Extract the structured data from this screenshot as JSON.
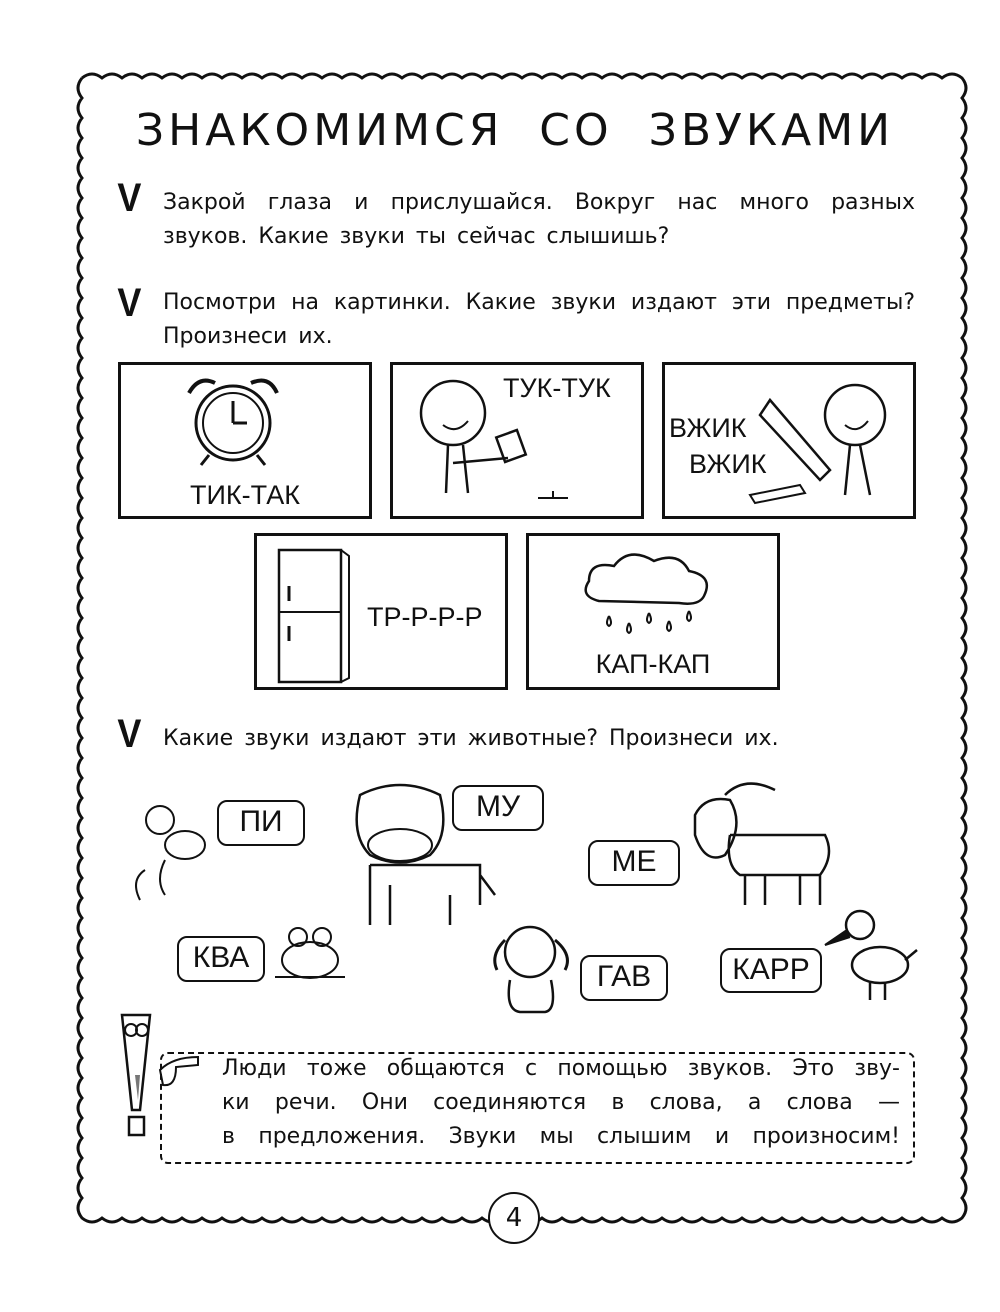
{
  "title": "ЗНАКОМИМСЯ СО ЗВУКАМИ",
  "tasks": [
    {
      "mark": "V",
      "text": "Закрой глаза и прислушайся. Вокруг нас много разных звуков. Какие звуки ты сейчас слышишь?"
    },
    {
      "mark": "V",
      "text": "Посмотри на картинки. Какие звуки издают эти предметы? Произнеси их."
    },
    {
      "mark": "V",
      "text": "Какие звуки издают эти животные? Произнеси их."
    }
  ],
  "objects": [
    {
      "name": "alarm-clock",
      "sound": "ТИК-ТАК"
    },
    {
      "name": "hammer-boy",
      "sound": "ТУК-ТУК"
    },
    {
      "name": "saw-boy",
      "sound_line1": "ВЖИК",
      "sound_line2": "ВЖИК"
    },
    {
      "name": "fridge",
      "sound": "ТР-Р-Р-Р"
    },
    {
      "name": "rain-cloud",
      "sound": "КАП-КАП"
    }
  ],
  "animals": [
    {
      "name": "mouse",
      "sound": "ПИ"
    },
    {
      "name": "cow",
      "sound": "МУ"
    },
    {
      "name": "goat",
      "sound": "МЕ"
    },
    {
      "name": "frog",
      "sound": "КВА"
    },
    {
      "name": "dog",
      "sound": "ГАВ"
    },
    {
      "name": "crow",
      "sound": "КАРР"
    }
  ],
  "note": {
    "line1": "Люди тоже общаются с помощью звуков. Это зву-",
    "line2": "ки речи. Они соединяются в слова, а слова —",
    "line3": "в предложения. Звуки мы слышим и произносим!"
  },
  "page_number": "4"
}
